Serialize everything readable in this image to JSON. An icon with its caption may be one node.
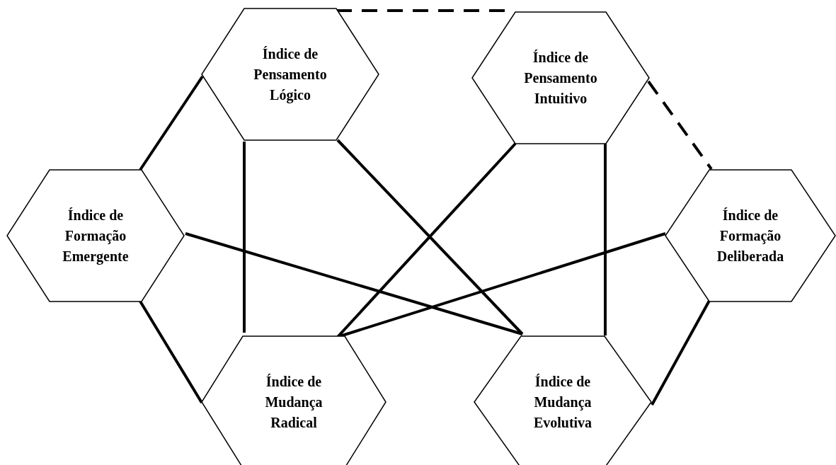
{
  "diagram": {
    "nodes": [
      {
        "text": [
          "Índice de Pensamento Lógico"
        ]
      },
      {
        "text": [
          "Índice de Pensamento Intuitivo"
        ]
      },
      {
        "text": [
          "Índice de Formação Emergente"
        ]
      },
      {
        "text": [
          "Índice de Formação Deliberada"
        ]
      },
      {
        "text": [
          "Índice de Mudança Radical"
        ]
      },
      {
        "text": [
          "Índice de Mudança Evolutiva"
        ]
      }
    ],
    "edges": [
      {
        "from": 0,
        "to": 1,
        "arrow": "none",
        "style": "dashed"
      },
      {
        "from": 1,
        "to": 3,
        "arrow": "none",
        "style": "dashed"
      },
      {
        "from": 2,
        "to": 0,
        "arrow": "none"
      },
      {
        "from": 0,
        "to": 4,
        "arrow": "none"
      },
      {
        "from": 0,
        "to": 5,
        "arrow": "none"
      },
      {
        "from": 1,
        "to": 4,
        "arrow": "none"
      },
      {
        "from": 1,
        "to": 5,
        "arrow": "none"
      },
      {
        "from": 2,
        "to": 5,
        "arrow": "none"
      },
      {
        "from": 3,
        "to": 4,
        "arrow": "none"
      },
      {
        "from": 2,
        "to": 4,
        "arrow": "none"
      },
      {
        "from": 3,
        "to": 5,
        "arrow": "none"
      }
    ]
  }
}
